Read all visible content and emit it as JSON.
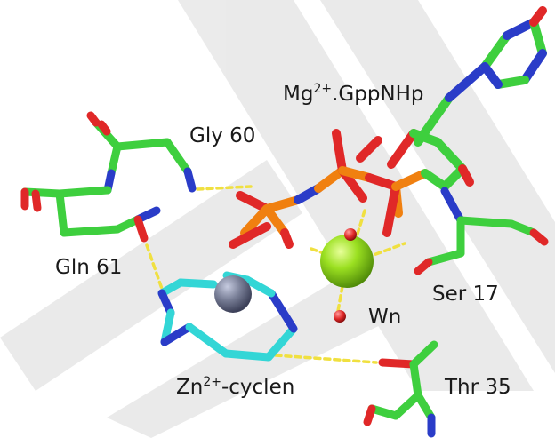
{
  "labels": {
    "mg_prefix": "Mg",
    "mg_charge": "2+",
    "mg_suffix": ".GppNHp",
    "gly60": "Gly 60",
    "gln61": "Gln 61",
    "ser17": "Ser 17",
    "wn": "Wn",
    "zn_prefix": "Zn",
    "zn_charge": "2+",
    "zn_suffix": "-cyclen",
    "thr35": "Thr 35"
  },
  "colors": {
    "carbon": "#3ecf3e",
    "nitrogen": "#2a3cc8",
    "oxygen": "#e02828",
    "phosphorus": "#f08010",
    "cyclen_carbon": "#33d6d6",
    "zinc": "#7a8098",
    "magnesium": "#9be021",
    "hbond": "#f0e040",
    "watermark": "#dadada"
  }
}
